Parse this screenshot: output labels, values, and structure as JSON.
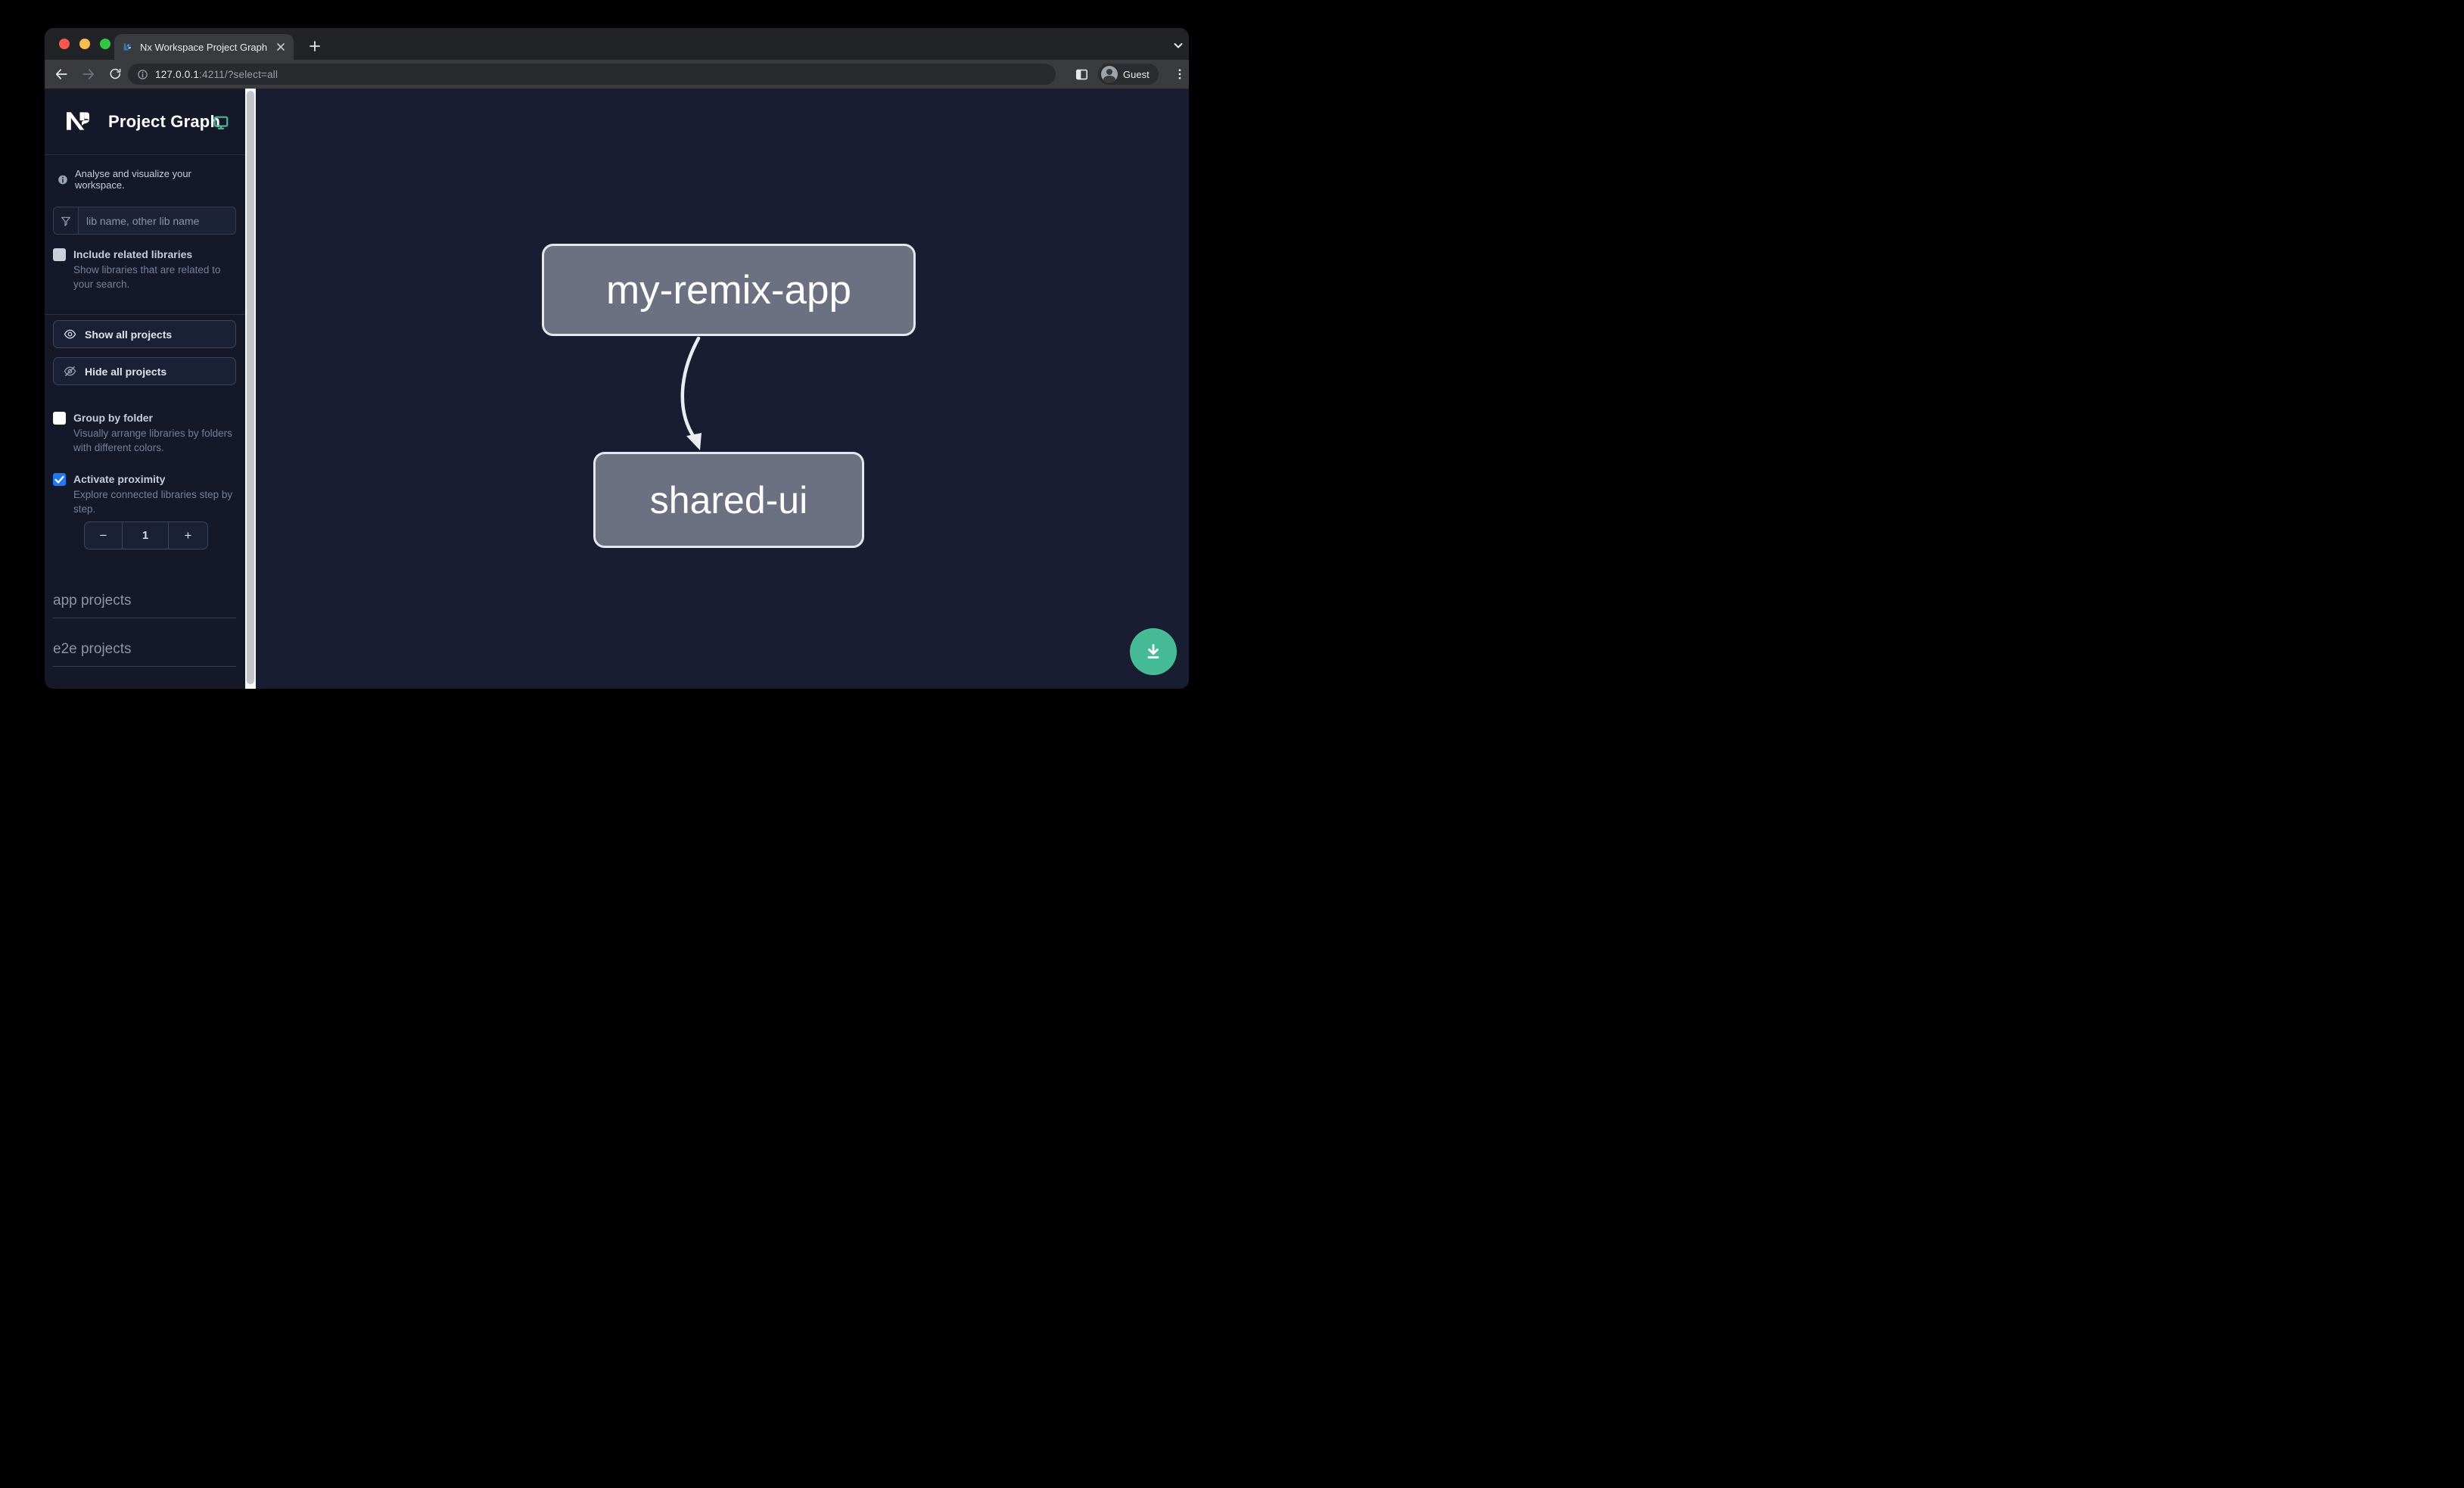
{
  "browser": {
    "tab": {
      "title": "Nx Workspace Project Graph"
    },
    "url": {
      "host": "127.0.0.1",
      "rest": ":4211/?select=all"
    },
    "profile_label": "Guest"
  },
  "sidebar": {
    "app_title": "Project Graph",
    "tagline": "Analyse and visualize your workspace.",
    "search": {
      "placeholder": "lib name, other lib name",
      "value": ""
    },
    "options": [
      {
        "label": "Include related libraries",
        "description": "Show libraries that are related to your search.",
        "checked": false
      },
      {
        "label": "Group by folder",
        "description": "Visually arrange libraries by folders with different colors.",
        "checked": false
      },
      {
        "label": "Activate proximity",
        "description": "Explore connected libraries step by step.",
        "checked": true
      }
    ],
    "buttons": {
      "show_all": "Show all projects",
      "hide_all": "Hide all projects"
    },
    "stepper": {
      "decrement": "−",
      "value": "1",
      "increment": "+"
    },
    "sections": [
      {
        "label": "app projects"
      },
      {
        "label": "e2e projects"
      }
    ]
  },
  "graph": {
    "nodes": [
      {
        "id": "my-remix-app"
      },
      {
        "id": "shared-ui"
      }
    ],
    "edges": [
      {
        "from": "my-remix-app",
        "to": "shared-ui"
      }
    ]
  },
  "colors": {
    "accent_green": "#46BB95",
    "checkbox_blue": "#2079F3",
    "node_fill": "#6C7181",
    "node_border": "#E4E7EC",
    "canvas_bg": "#181D31",
    "sidebar_bg": "#141828"
  }
}
